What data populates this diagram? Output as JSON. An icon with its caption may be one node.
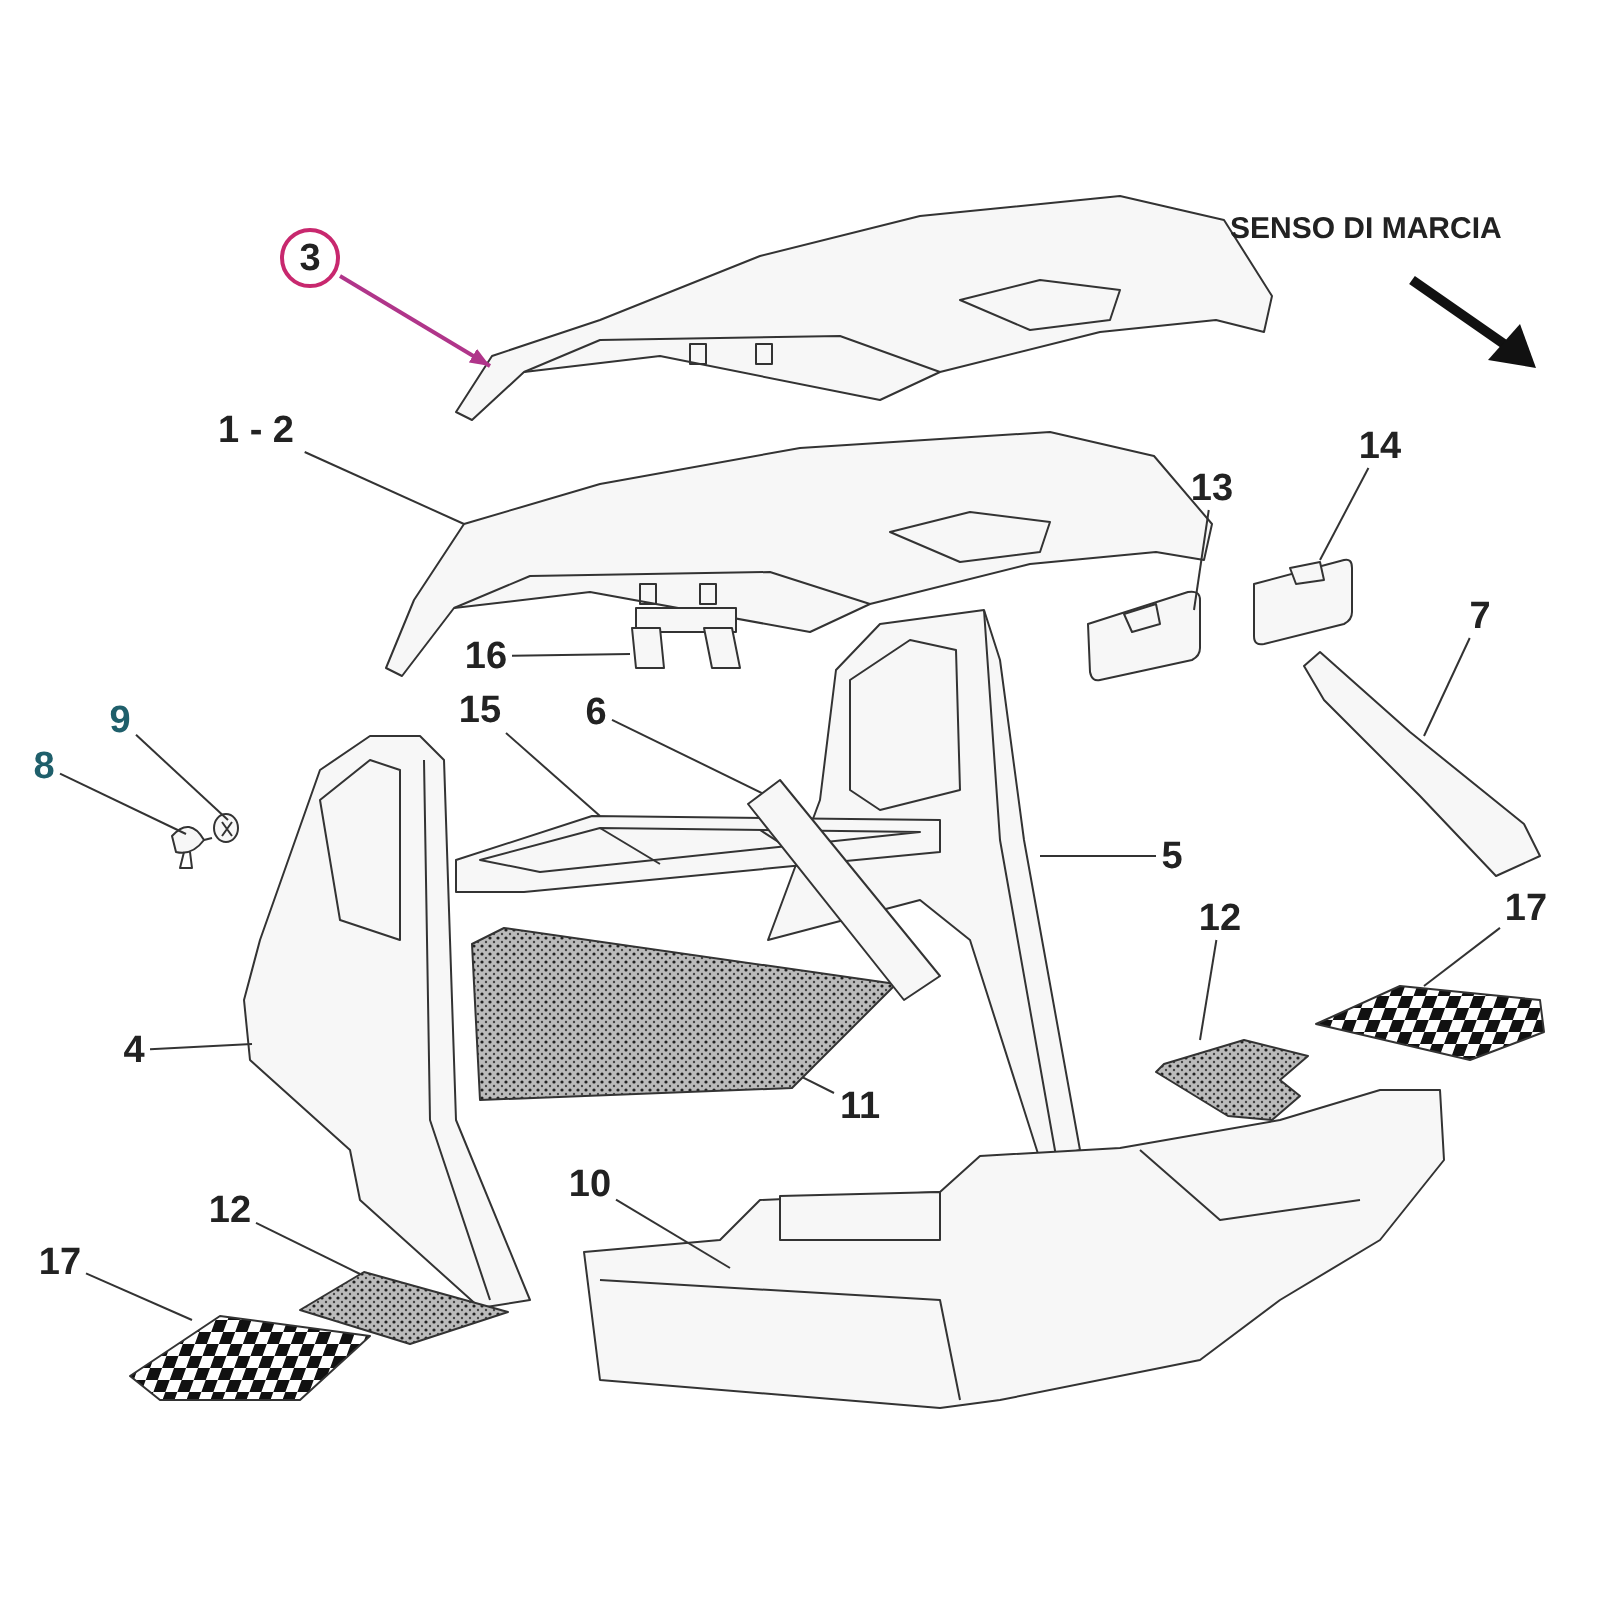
{
  "diagram": {
    "nodes": [
      {
        "text": [
          "3"
        ]
      },
      {
        "text": [
          "1 - 2"
        ]
      },
      {
        "text": [
          "16"
        ]
      },
      {
        "text": [
          "13"
        ]
      },
      {
        "text": [
          "14"
        ]
      },
      {
        "text": [
          "7"
        ]
      },
      {
        "text": [
          "15"
        ]
      },
      {
        "text": [
          "6"
        ]
      },
      {
        "text": [
          "9"
        ]
      },
      {
        "text": [
          "8"
        ]
      },
      {
        "text": [
          "5"
        ]
      },
      {
        "text": [
          "12"
        ]
      },
      {
        "text": [
          "17"
        ]
      },
      {
        "text": [
          "4"
        ]
      },
      {
        "text": [
          "11"
        ]
      },
      {
        "text": [
          "10"
        ]
      },
      {
        "text": [
          "12"
        ]
      },
      {
        "text": [
          "17"
        ]
      },
      {
        "text": [],
        "shape": "picture"
      },
      {
        "text": [],
        "shape": "picture"
      },
      {
        "text": [],
        "shape": "picture"
      },
      {
        "text": [],
        "shape": "picture"
      },
      {
        "text": [],
        "shape": "picture"
      },
      {
        "text": [],
        "shape": "picture"
      },
      {
        "text": [],
        "shape": "picture"
      },
      {
        "text": [],
        "shape": "picture"
      },
      {
        "text": [],
        "shape": "picture"
      },
      {
        "text": [],
        "shape": "picture"
      },
      {
        "text": [],
        "shape": "picture"
      },
      {
        "text": [],
        "shape": "picture"
      },
      {
        "text": [],
        "shape": "picture"
      },
      {
        "text": [],
        "shape": "picture"
      },
      {
        "text": [],
        "shape": "picture"
      },
      {
        "text": [],
        "shape": "picture"
      },
      {
        "text": [],
        "shape": "picture"
      },
      {
        "text": [],
        "shape": "picture"
      }
    ],
    "edges": [
      {
        "from": 0,
        "to": 18,
        "arrow": "to",
        "color": "#b0358a"
      },
      {
        "from": 1,
        "to": 19,
        "arrow": "none"
      },
      {
        "from": 2,
        "to": 20,
        "arrow": "none"
      },
      {
        "from": 3,
        "to": 21,
        "arrow": "none"
      },
      {
        "from": 4,
        "to": 22,
        "arrow": "none"
      },
      {
        "from": 5,
        "to": 23,
        "arrow": "none"
      },
      {
        "from": 6,
        "to": 24,
        "arrow": "none"
      },
      {
        "from": 7,
        "to": 25,
        "arrow": "none"
      },
      {
        "from": 8,
        "to": 26,
        "arrow": "none"
      },
      {
        "from": 9,
        "to": 27,
        "arrow": "none"
      },
      {
        "from": 10,
        "to": 28,
        "arrow": "none"
      },
      {
        "from": 11,
        "to": 29,
        "arrow": "none"
      },
      {
        "from": 12,
        "to": 30,
        "arrow": "none"
      },
      {
        "from": 13,
        "to": 31,
        "arrow": "none"
      },
      {
        "from": 14,
        "to": 32,
        "arrow": "none"
      },
      {
        "from": 15,
        "to": 33,
        "arrow": "none"
      },
      {
        "from": 16,
        "to": 34,
        "arrow": "none"
      },
      {
        "from": 17,
        "to": 35,
        "arrow": "none"
      }
    ],
    "labels": [
      "SENSO DI MARCIA"
    ]
  }
}
